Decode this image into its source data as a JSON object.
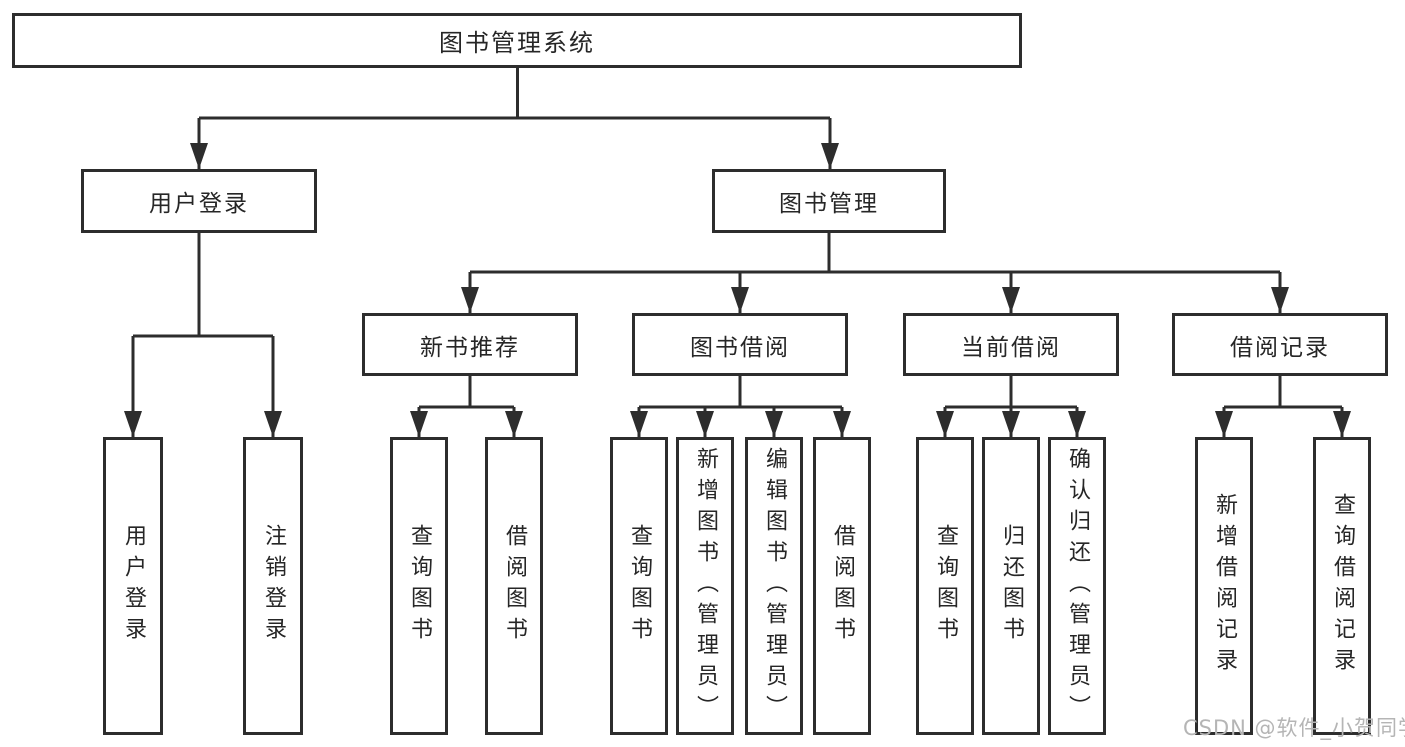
{
  "diagram": {
    "root": "图书管理系统",
    "level2": {
      "user_login": "用户登录",
      "book_mgmt": "图书管理"
    },
    "level3": {
      "new_book": "新书推荐",
      "borrow": "图书借阅",
      "current": "当前借阅",
      "record": "借阅记录"
    },
    "leaves": {
      "user_login": "用户登录",
      "logout": "注销登录",
      "nb_query": "查询图书",
      "nb_borrow": "借阅图书",
      "bb_query": "查询图书",
      "bb_add": "新增图书（管理员）",
      "bb_edit": "编辑图书（管理员）",
      "bb_borrow": "借阅图书",
      "cb_query": "查询图书",
      "cb_return": "归还图书",
      "cb_confirm": "确认归还（管理员）",
      "br_add": "新增借阅记录",
      "br_query": "查询借阅记录"
    }
  },
  "watermark": "CSDN @软件_小贺同学",
  "colors": {
    "line": "#2d2d2d",
    "text": "#262626",
    "watermark": "#b5b5b5",
    "background": "#ffffff"
  }
}
